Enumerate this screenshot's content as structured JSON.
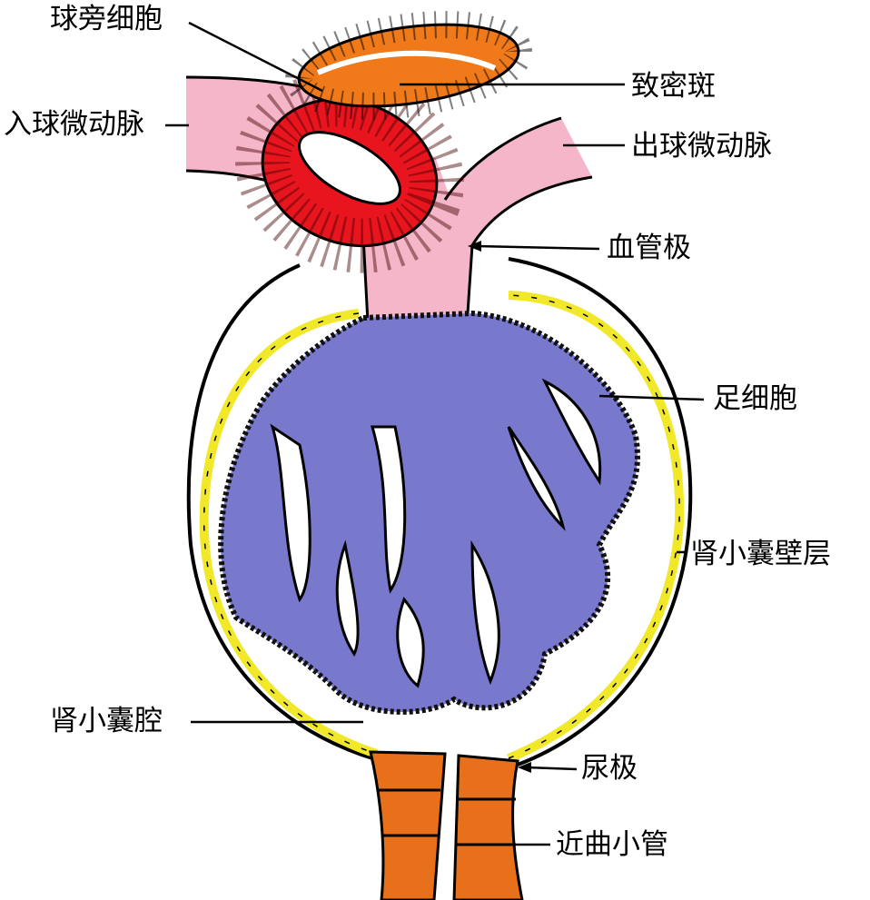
{
  "title": "肾小体结构示意图",
  "labels": {
    "juxtaglomerular_cells": "球旁细胞",
    "macula_densa": "致密斑",
    "afferent_arteriole": "入球微动脉",
    "efferent_arteriole": "出球微动脉",
    "vascular_pole": "血管极",
    "podocyte": "足细胞",
    "parietal_layer": "肾小囊壁层",
    "capsular_space": "肾小囊腔",
    "urinary_pole": "尿极",
    "proximal_tubule": "近曲小管"
  },
  "colors": {
    "arteriole": "#f4b6c8",
    "juxtaglomerular": "#e8141e",
    "macula_densa": "#f07a1a",
    "glomerulus": "#7878cc",
    "parietal_layer": "#f2e82a",
    "tubule": "#e8701a"
  }
}
